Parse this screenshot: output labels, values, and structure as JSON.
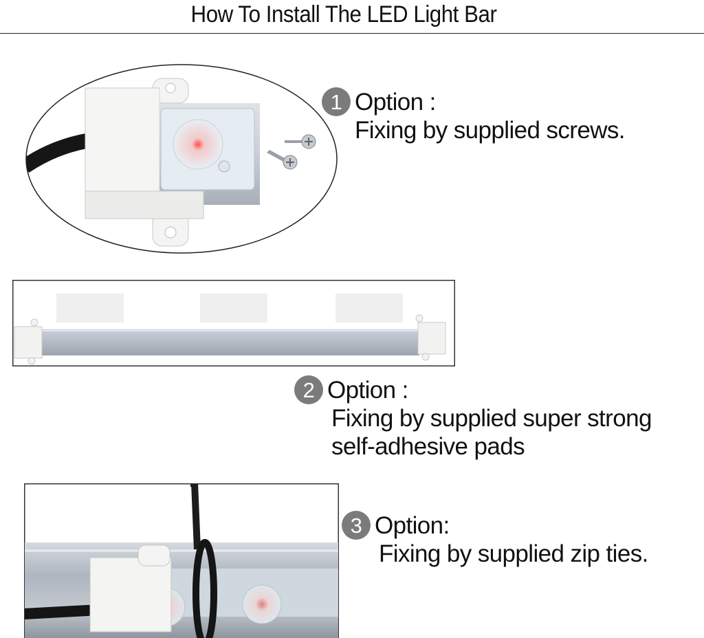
{
  "title": "How To Install The LED Light Bar",
  "options": [
    {
      "number": "1",
      "heading": "Option :",
      "lines": [
        "Fixing by supplied screws."
      ]
    },
    {
      "number": "2",
      "heading": "Option :",
      "lines": [
        "Fixing by supplied super strong",
        "self-adhesive pads"
      ]
    },
    {
      "number": "3",
      "heading": "Option:",
      "lines": [
        "Fixing by supplied zip ties."
      ]
    }
  ],
  "colors": {
    "badge": "#7b7b7b",
    "aluminum": "#b6bcc4",
    "end_cap": "#f0f0ef",
    "cable": "#1a1a1a"
  }
}
